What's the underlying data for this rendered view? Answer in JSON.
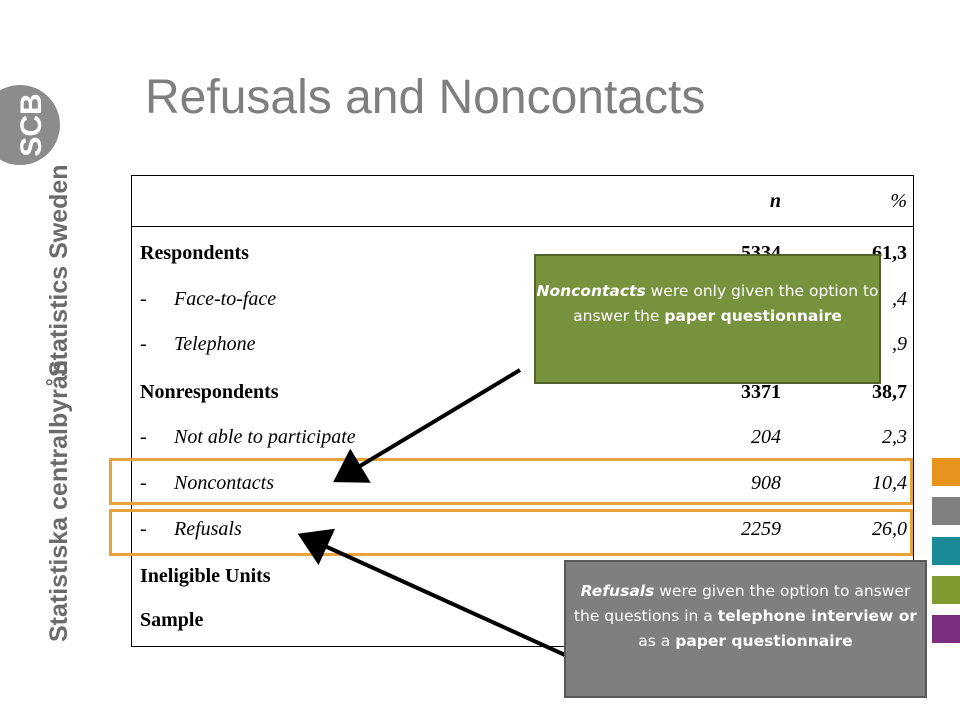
{
  "slide": {
    "title": "Refusals and Noncontacts",
    "brand": {
      "logo_text": "SCB",
      "name_en": "Statistics Sweden",
      "name_sv": "Statistiska centralbyrån"
    }
  },
  "table": {
    "headers": {
      "n": "n",
      "pct": "%"
    },
    "rows": [
      {
        "label": "Respondents",
        "dash": "",
        "n": "5334",
        "pct": "61,3",
        "style": "bold"
      },
      {
        "label": "Face-to-face",
        "dash": "-",
        "n": "",
        "pct": ",4",
        "style": "italic"
      },
      {
        "label": "Telephone",
        "dash": "-",
        "n": "",
        "pct": ",9",
        "style": "italic"
      },
      {
        "label": "Nonrespondents",
        "dash": "",
        "n": "3371",
        "pct": "38,7",
        "style": "bold"
      },
      {
        "label": "Not able to participate",
        "dash": "-",
        "n": "204",
        "pct": "2,3",
        "style": "italic"
      },
      {
        "label": "Noncontacts",
        "dash": "-",
        "n": "908",
        "pct": "10,4",
        "style": "italic"
      },
      {
        "label": "Refusals",
        "dash": "-",
        "n": "2259",
        "pct": "26,0",
        "style": "italic"
      },
      {
        "label": "Ineligible Units",
        "dash": "",
        "n": "",
        "pct": "",
        "style": "bold"
      },
      {
        "label": "Sample",
        "dash": "",
        "n": "",
        "pct": "",
        "style": "bold"
      }
    ]
  },
  "callouts": {
    "noncontacts": {
      "emph": "Noncontacts",
      "text1": " were only given the option to answer the ",
      "strong": "paper questionnaire"
    },
    "refusals": {
      "emph": "Refusals",
      "text1": " were given the option to answer the questions in a ",
      "strong1": "telephone interview or",
      "text2": " as a ",
      "strong2": "paper questionnaire"
    }
  },
  "colors": {
    "title": "#7f7f7f",
    "highlight": "#e8a33c",
    "callout_green": "#76923c",
    "callout_gray": "#7f7f7f",
    "swatches": [
      "#e8931e",
      "#808080",
      "#1a8a96",
      "#7f9a2e",
      "#7b2d7e"
    ]
  }
}
